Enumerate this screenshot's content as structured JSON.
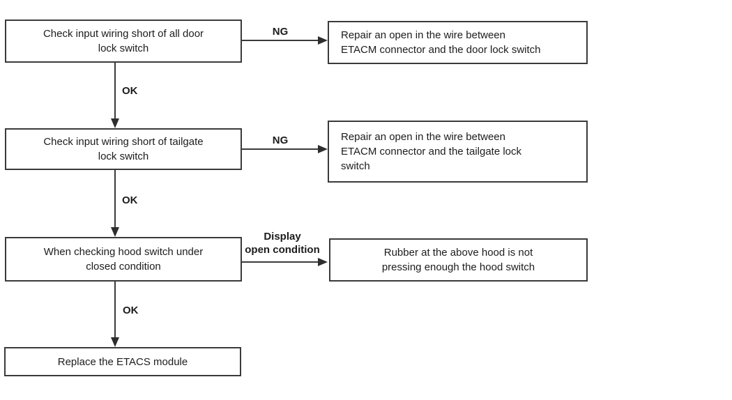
{
  "flowchart": {
    "nodes": {
      "step1": "Check input wiring short of all door\nlock switch",
      "repair1": "Repair an open in the wire between\nETACM connector and the door lock switch",
      "step2": "Check input wiring short of tailgate\nlock switch",
      "repair2": "Repair an open in the wire between\nETACM connector and the tailgate lock\nswitch",
      "step3": "When checking hood switch under\nclosed condition",
      "remedy3": "Rubber at the above hood is not\npressing enough the hood switch",
      "step4": "Replace the ETACS module"
    },
    "labels": {
      "ng": "NG",
      "ok": "OK",
      "display_open": "Display\nopen condition"
    },
    "colors": {
      "line": "#3a3a3a",
      "text": "#1c1c1c",
      "background": "#ffffff"
    }
  }
}
